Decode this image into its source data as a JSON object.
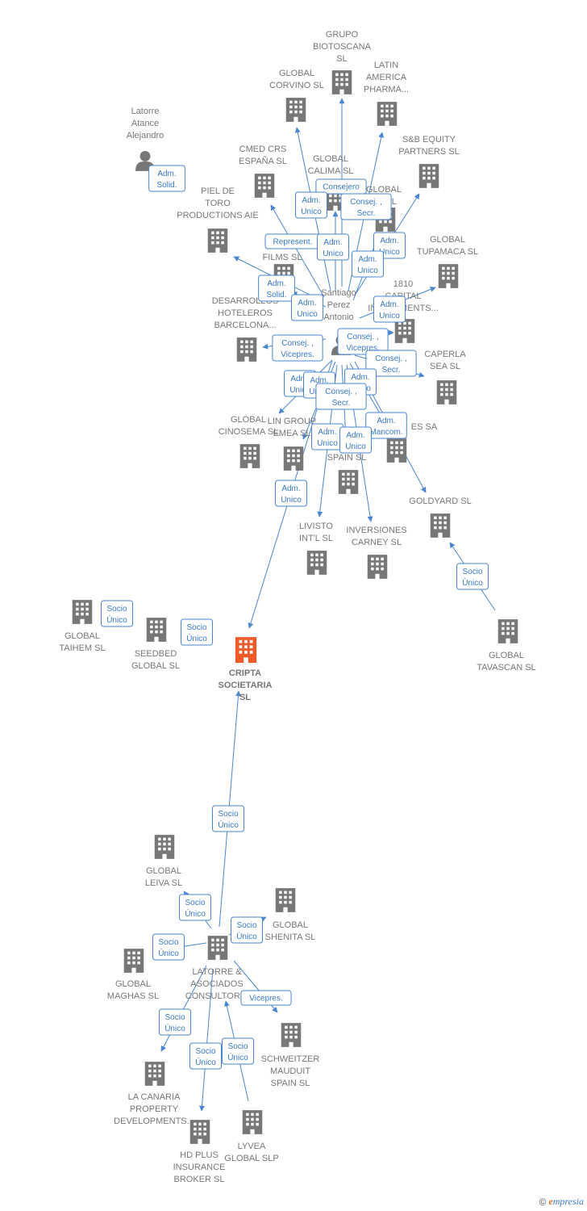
{
  "colors": {
    "building": "#777777",
    "building_main": "#f05a28",
    "person": "#777777",
    "edge": "#4a86d0",
    "badge_text": "#3a78c6"
  },
  "icons": {
    "company": "building-icon",
    "person": "person-icon"
  },
  "nodes": [
    {
      "id": "cripta",
      "kind": "main",
      "label": [
        "CRIPTA",
        "SOCIETARIA",
        "SL"
      ]
    },
    {
      "id": "santiago",
      "kind": "person",
      "label": [
        "Santiago",
        "Perez",
        "Antonio"
      ]
    },
    {
      "id": "latorre_p",
      "kind": "person",
      "label": [
        "Latorre",
        "Atance",
        "Alejandro"
      ]
    },
    {
      "id": "biotoscana",
      "kind": "company",
      "label": [
        "GRUPO",
        "BIOTOSCANA",
        "SL"
      ]
    },
    {
      "id": "corvino",
      "kind": "company",
      "label": [
        "GLOBAL",
        "CORVINO SL"
      ]
    },
    {
      "id": "latin",
      "kind": "company",
      "label": [
        "LATIN",
        "AMERICA",
        "PHARMA..."
      ]
    },
    {
      "id": "sbequity",
      "kind": "company",
      "label": [
        "S&B EQUITY",
        "PARTNERS  SL"
      ]
    },
    {
      "id": "cmed",
      "kind": "company",
      "label": [
        "CMED CRS",
        "ESPAÑA  SL"
      ]
    },
    {
      "id": "calima",
      "kind": "company",
      "label": [
        "GLOBAL",
        "CALIMA SL"
      ]
    },
    {
      "id": "globalga",
      "kind": "company",
      "label": [
        "GLOBAL",
        "GA SL"
      ]
    },
    {
      "id": "piel",
      "kind": "company",
      "label": [
        "PIEL DE",
        "TORO",
        "PRODUCTIONS AIE"
      ]
    },
    {
      "id": "tupamaca",
      "kind": "company",
      "label": [
        "GLOBAL",
        "TUPAMACA SL"
      ]
    },
    {
      "id": "safilms",
      "kind": "company",
      "label": [
        "SA",
        "FILMS  SL"
      ]
    },
    {
      "id": "capital1810",
      "kind": "company",
      "label": [
        "1810",
        "CAPITAL",
        "INVESTMENTS..."
      ]
    },
    {
      "id": "desarrollos",
      "kind": "company",
      "label": [
        "DESARROLLOS",
        "HOTELEROS",
        "BARCELONA..."
      ]
    },
    {
      "id": "caperla",
      "kind": "company",
      "label": [
        "CAPERLA",
        "SEA SL"
      ]
    },
    {
      "id": "cinosema",
      "kind": "company",
      "label": [
        "GLOBAL",
        "CINOSEMA SL"
      ]
    },
    {
      "id": "lingroup",
      "kind": "company",
      "label": [
        "LIN GROUP",
        "EMEA  SL"
      ]
    },
    {
      "id": "spain",
      "kind": "company",
      "label": [
        "SPAIN SL"
      ]
    },
    {
      "id": "essa",
      "kind": "company",
      "label": [
        "ES SA"
      ]
    },
    {
      "id": "goldyard",
      "kind": "company",
      "label": [
        "GOLDYARD SL"
      ]
    },
    {
      "id": "livisto",
      "kind": "company",
      "label": [
        "LIVISTO",
        "INT'L  SL"
      ]
    },
    {
      "id": "carney",
      "kind": "company",
      "label": [
        "INVERSIONES",
        "CARNEY SL"
      ]
    },
    {
      "id": "taihem",
      "kind": "company",
      "label": [
        "GLOBAL",
        "TAIHEM SL"
      ]
    },
    {
      "id": "seedbed",
      "kind": "company",
      "label": [
        "SEEDBED",
        "GLOBAL  SL"
      ]
    },
    {
      "id": "tavascan",
      "kind": "company",
      "label": [
        "GLOBAL",
        "TAVASCAN  SL"
      ]
    },
    {
      "id": "leiva",
      "kind": "company",
      "label": [
        "GLOBAL",
        "LEIVA  SL"
      ]
    },
    {
      "id": "shenita",
      "kind": "company",
      "label": [
        "GLOBAL",
        "SHENITA SL"
      ]
    },
    {
      "id": "latorre_ac",
      "kind": "company",
      "label": [
        "LATORRE &",
        "ASOCIADOS",
        "CONSULTORIA"
      ]
    },
    {
      "id": "maghas",
      "kind": "company",
      "label": [
        "GLOBAL",
        "MAGHAS  SL"
      ]
    },
    {
      "id": "schweitzer",
      "kind": "company",
      "label": [
        "SCHWEITZER",
        "MAUDUIT",
        "SPAIN SL"
      ]
    },
    {
      "id": "lacanaria",
      "kind": "company",
      "label": [
        "LA CANARIA",
        "PROPERTY",
        "DEVELOPMENTS..."
      ]
    },
    {
      "id": "hdplus",
      "kind": "company",
      "label": [
        "HD PLUS",
        "INSURANCE",
        "BROKER  SL"
      ]
    },
    {
      "id": "lyvea",
      "kind": "company",
      "label": [
        "LYVEA",
        "GLOBAL  SLP"
      ]
    }
  ],
  "badges": [
    {
      "id": "b_latorre_adm",
      "label": [
        "Adm.",
        "Solid."
      ]
    },
    {
      "id": "b_consejero",
      "label": [
        "Consejero"
      ]
    },
    {
      "id": "b_adm_unico_1",
      "label": [
        "Adm.",
        "Unico"
      ]
    },
    {
      "id": "b_consej_secr_1",
      "label": [
        "Consej. ,",
        "Secr."
      ]
    },
    {
      "id": "b_represent",
      "label": [
        "Represent."
      ]
    },
    {
      "id": "b_adm_unico_2",
      "label": [
        "Adm.",
        "Unico"
      ]
    },
    {
      "id": "b_adm_unico_3",
      "label": [
        "Adm.",
        "Unico"
      ]
    },
    {
      "id": "b_adm_unico_4",
      "label": [
        "Adm.",
        "Unico"
      ]
    },
    {
      "id": "b_adm_solid_2",
      "label": [
        "Adm.",
        "Solid."
      ]
    },
    {
      "id": "b_adm_unico_5",
      "label": [
        "Adm.",
        "Unico"
      ]
    },
    {
      "id": "b_adm_unico_6",
      "label": [
        "Adm.",
        "Unico"
      ]
    },
    {
      "id": "b_consej_vicepres_1",
      "label": [
        "Consej. ,",
        "Vicepres."
      ]
    },
    {
      "id": "b_consej_vicepres_2",
      "label": [
        "Consej. ,",
        "Vicepres."
      ]
    },
    {
      "id": "b_consej_secr_2",
      "label": [
        "Consej. ,",
        "Secr."
      ]
    },
    {
      "id": "b_adm_unico_7",
      "label": [
        "Adm.",
        "Unico"
      ]
    },
    {
      "id": "b_adm_unico_8",
      "label": [
        "Adm.",
        "Unico"
      ]
    },
    {
      "id": "b_adm_unico_9",
      "label": [
        "Adm.",
        "Unico"
      ]
    },
    {
      "id": "b_consej_secr_3",
      "label": [
        "Consej. ,",
        "Secr."
      ]
    },
    {
      "id": "b_adm_mancom",
      "label": [
        "Adm.",
        "Mancom."
      ]
    },
    {
      "id": "b_adm_unico_10",
      "label": [
        "Adm.",
        "Unico"
      ]
    },
    {
      "id": "b_adm_unico_11",
      "label": [
        "Adm.",
        "Unico"
      ]
    },
    {
      "id": "b_adm_unico_12",
      "label": [
        "Adm.",
        "Unico"
      ]
    },
    {
      "id": "b_socio_goldyard",
      "label": [
        "Socio",
        "Único"
      ]
    },
    {
      "id": "b_socio_taihem",
      "label": [
        "Socio",
        "Único"
      ]
    },
    {
      "id": "b_socio_seedbed",
      "label": [
        "Socio",
        "Único"
      ]
    },
    {
      "id": "b_socio_latorre_ac",
      "label": [
        "Socio",
        "Único"
      ]
    },
    {
      "id": "b_socio_leiva",
      "label": [
        "Socio",
        "Único"
      ]
    },
    {
      "id": "b_socio_shenita",
      "label": [
        "Socio",
        "Único"
      ]
    },
    {
      "id": "b_socio_maghas",
      "label": [
        "Socio",
        "Único"
      ]
    },
    {
      "id": "b_vicepres",
      "label": [
        "Vicepres."
      ]
    },
    {
      "id": "b_socio_lacanaria",
      "label": [
        "Socio",
        "Único"
      ]
    },
    {
      "id": "b_socio_hdplus",
      "label": [
        "Socio",
        "Único"
      ]
    },
    {
      "id": "b_socio_lyvea",
      "label": [
        "Socio",
        "Único"
      ]
    }
  ],
  "footer": {
    "copyright": "©",
    "brand_initial": "e",
    "brand_rest": "mpresia"
  }
}
